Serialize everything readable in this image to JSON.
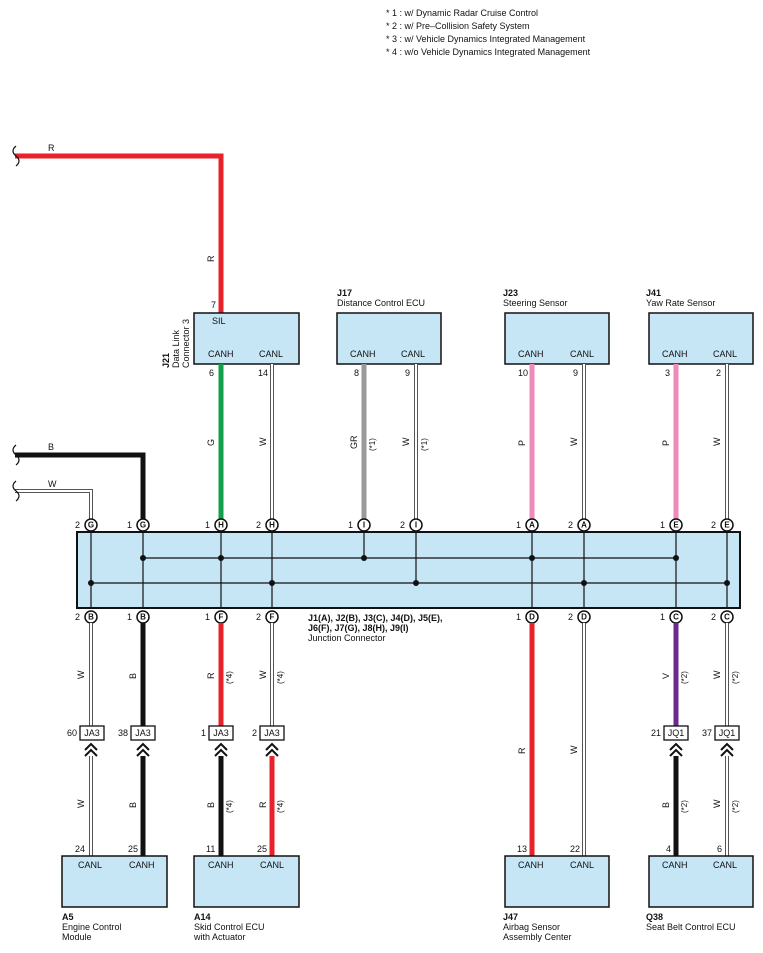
{
  "notes": [
    "* 1 : w/ Dynamic Radar Cruise Control",
    "* 2 : w/ Pre–Collision Safety System",
    "* 3 : w/ Vehicle Dynamics Integrated Management",
    "* 4 : w/o Vehicle Dynamics Integrated Management"
  ],
  "incoming_wires": {
    "r": "R",
    "b": "B",
    "w": "W"
  },
  "dlc": {
    "code": "J21",
    "name_line1": "Data Link",
    "name_line2": "Connector 3",
    "sil": "SIL",
    "canh": "CANH",
    "canl": "CANL",
    "pin_sil": "7",
    "pin_canh": "6",
    "pin_canl": "14",
    "wire_sil": "R",
    "wire_canh": "G",
    "wire_canl": "W"
  },
  "j17": {
    "code": "J17",
    "name": "Distance Control ECU",
    "canh": "CANH",
    "canl": "CANL",
    "pin_canh": "8",
    "pin_canl": "9",
    "wire_canh": "GR",
    "wire_canl": "W",
    "note": "(*1)"
  },
  "j23": {
    "code": "J23",
    "name": "Steering Sensor",
    "canh": "CANH",
    "canl": "CANL",
    "pin_canh": "10",
    "pin_canl": "9",
    "wire_canh": "P",
    "wire_canl": "W"
  },
  "j41": {
    "code": "J41",
    "name": "Yaw Rate Sensor",
    "canh": "CANH",
    "canl": "CANL",
    "pin_canh": "3",
    "pin_canl": "2",
    "wire_canh": "P",
    "wire_canl": "W"
  },
  "junction": {
    "line1": "J1(A),  J2(B),  J3(C),  J4(D),  J5(E),",
    "line2": "J6(F),  J7(G),  J8(H),  J9(I)",
    "line3": "Junction Connector",
    "top": [
      {
        "pin": "2",
        "letter": "G"
      },
      {
        "pin": "1",
        "letter": "G"
      },
      {
        "pin": "1",
        "letter": "H"
      },
      {
        "pin": "2",
        "letter": "H"
      },
      {
        "pin": "1",
        "letter": "I"
      },
      {
        "pin": "2",
        "letter": "I"
      },
      {
        "pin": "1",
        "letter": "A"
      },
      {
        "pin": "2",
        "letter": "A"
      },
      {
        "pin": "1",
        "letter": "E"
      },
      {
        "pin": "2",
        "letter": "E"
      }
    ],
    "bottom": [
      {
        "pin": "2",
        "letter": "B"
      },
      {
        "pin": "1",
        "letter": "B"
      },
      {
        "pin": "1",
        "letter": "F"
      },
      {
        "pin": "2",
        "letter": "F"
      },
      {
        "pin": "1",
        "letter": "D"
      },
      {
        "pin": "2",
        "letter": "D"
      },
      {
        "pin": "1",
        "letter": "C"
      },
      {
        "pin": "2",
        "letter": "C"
      }
    ]
  },
  "mid_wires": {
    "b_left_w": "W",
    "b_right": "B",
    "f_left": "R",
    "f_left_note": "(*4)",
    "f_right": "W",
    "f_right_note": "(*4)",
    "d_left": "R",
    "d_right": "W",
    "c_left": "V",
    "c_left_note": "(*2)",
    "c_right": "W",
    "c_right_note": "(*2)"
  },
  "inline_conn": [
    {
      "pin": "60",
      "name": "JA3"
    },
    {
      "pin": "38",
      "name": "JA3"
    },
    {
      "pin": "1",
      "name": "JA3"
    },
    {
      "pin": "2",
      "name": "JA3"
    },
    {
      "pin": "21",
      "name": "JQ1"
    },
    {
      "pin": "37",
      "name": "JQ1"
    }
  ],
  "low_wires": {
    "a5_canl": "W",
    "a5_canh": "B",
    "a14_canh": "B",
    "a14_canh_note": "(*4)",
    "a14_canl": "R",
    "a14_canl_note": "(*4)",
    "q38_canh": "B",
    "q38_canh_note": "(*2)",
    "q38_canl": "W",
    "q38_canl_note": "(*2)"
  },
  "a5": {
    "code": "A5",
    "name_line1": "Engine Control",
    "name_line2": "Module",
    "canl": "CANL",
    "canh": "CANH",
    "pin_canl": "24",
    "pin_canh": "25"
  },
  "a14": {
    "code": "A14",
    "name_line1": "Skid Control ECU",
    "name_line2": "with Actuator",
    "canh": "CANH",
    "canl": "CANL",
    "pin_canh": "11",
    "pin_canl": "25"
  },
  "j47": {
    "code": "J47",
    "name_line1": "Airbag Sensor",
    "name_line2": "Assembly Center",
    "canh": "CANH",
    "canl": "CANL",
    "pin_canh": "13",
    "pin_canl": "22"
  },
  "q38": {
    "code": "Q38",
    "name_line1": "Seat Belt Control ECU",
    "canh": "CANH",
    "canl": "CANL",
    "pin_canh": "4",
    "pin_canl": "6"
  },
  "colors": {
    "red": "#e8222a",
    "green": "#12a14a",
    "gray": "#9a9a9a",
    "pink": "#f08ab8",
    "purple": "#6a2a8e",
    "black": "#111111",
    "box": "#c6e6f5"
  }
}
